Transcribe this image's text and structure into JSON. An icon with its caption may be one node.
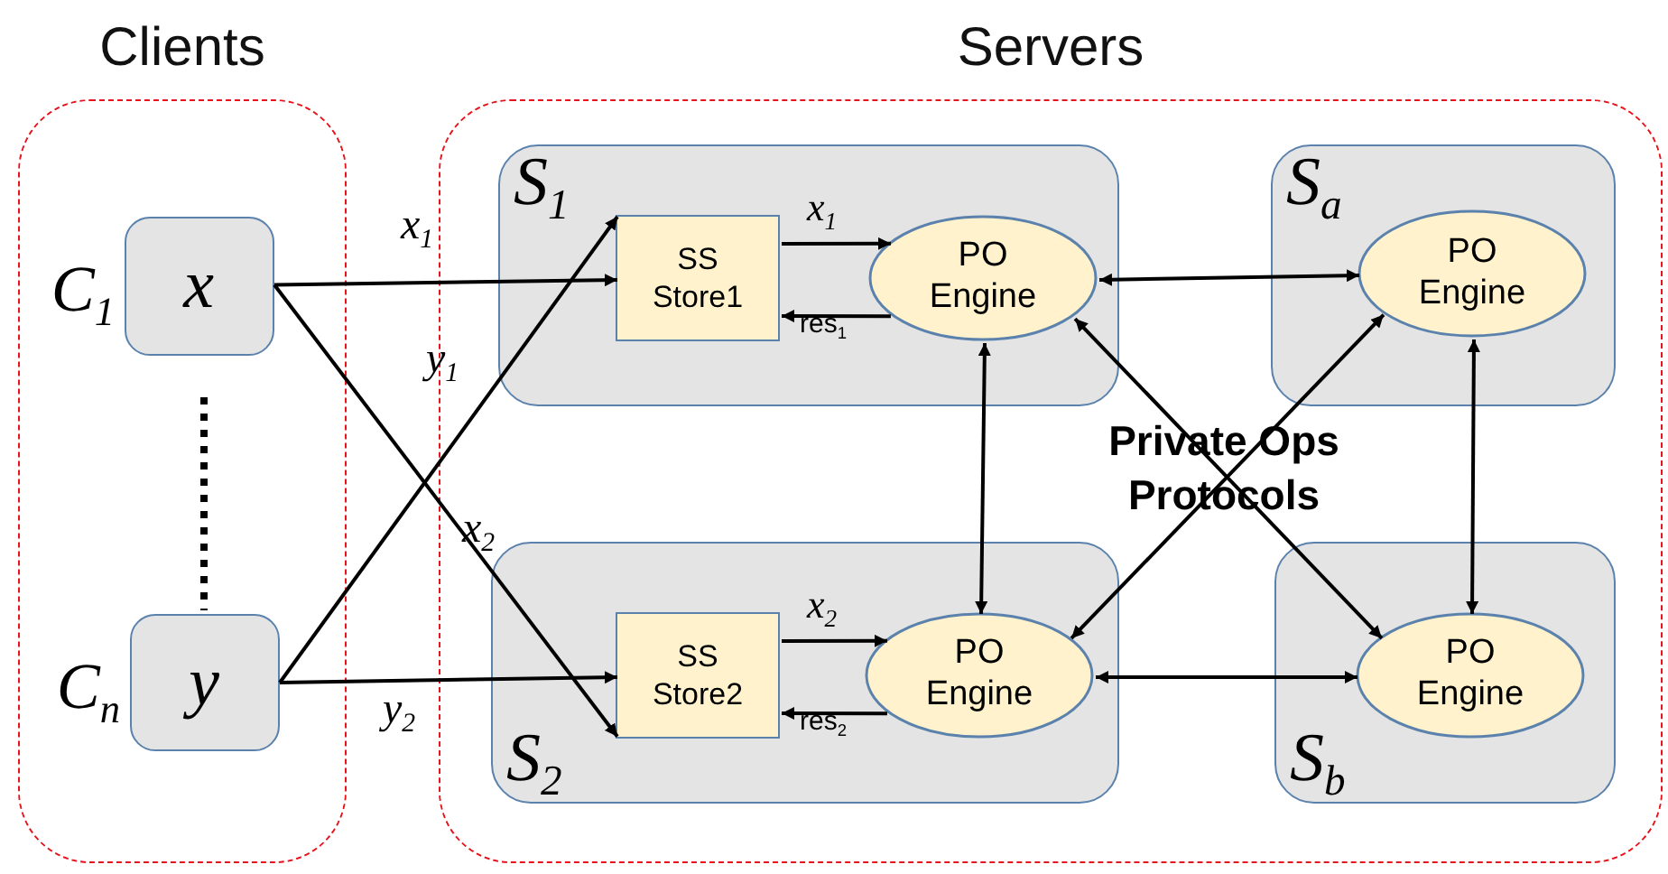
{
  "diagram": {
    "nodes": [
      {
        "text": [
          "Clients"
        ]
      },
      {
        "text": [
          "x"
        ],
        "beside": [
          "C$_{1}$"
        ],
        "in": 0
      },
      {
        "text": [
          "y"
        ],
        "beside": [
          "C$_{n}$"
        ],
        "in": 0
      },
      {
        "text": [
          "Servers"
        ]
      },
      {
        "text": [
          "S$_{1}$"
        ],
        "in": 3
      },
      {
        "text": [
          "SS Store1"
        ],
        "in": 4
      },
      {
        "text": [
          "PO Engine"
        ],
        "in": 4
      },
      {
        "text": [
          "S$_{2}$"
        ],
        "in": 3
      },
      {
        "text": [
          "SS Store2"
        ],
        "in": 7
      },
      {
        "text": [
          "PO Engine"
        ],
        "in": 7
      },
      {
        "text": [
          "S$_{a}$"
        ],
        "in": 3
      },
      {
        "text": [
          "PO Engine"
        ],
        "in": 10
      },
      {
        "text": [
          "S$_{b}$"
        ],
        "in": 3
      },
      {
        "text": [
          "PO Engine"
        ],
        "in": 12
      }
    ],
    "edges": [
      {
        "from": 1,
        "to": 5,
        "arrow": "to",
        "label": "x$_{1}$"
      },
      {
        "from": 1,
        "to": 8,
        "arrow": "to",
        "label": "x$_{2}$"
      },
      {
        "from": 2,
        "to": 5,
        "arrow": "to",
        "label": "y$_{1}$"
      },
      {
        "from": 2,
        "to": 8,
        "arrow": "to",
        "label": "y$_{2}$"
      },
      {
        "from": 5,
        "to": 6,
        "arrow": "to",
        "label": "x$_{1}$"
      },
      {
        "from": 6,
        "to": 5,
        "arrow": "to",
        "label": "res$_{1}$"
      },
      {
        "from": 8,
        "to": 9,
        "arrow": "to",
        "label": "x$_{2}$"
      },
      {
        "from": 9,
        "to": 8,
        "arrow": "to",
        "label": "res$_{2}$"
      },
      {
        "from": 6,
        "to": 11,
        "arrow": "both"
      },
      {
        "from": 6,
        "to": 9,
        "arrow": "both"
      },
      {
        "from": 6,
        "to": 13,
        "arrow": "both"
      },
      {
        "from": 11,
        "to": 9,
        "arrow": "both"
      },
      {
        "from": 11,
        "to": 13,
        "arrow": "both"
      },
      {
        "from": 9,
        "to": 13,
        "arrow": "both"
      }
    ],
    "labels": [
      "Private Ops Protocols"
    ]
  }
}
